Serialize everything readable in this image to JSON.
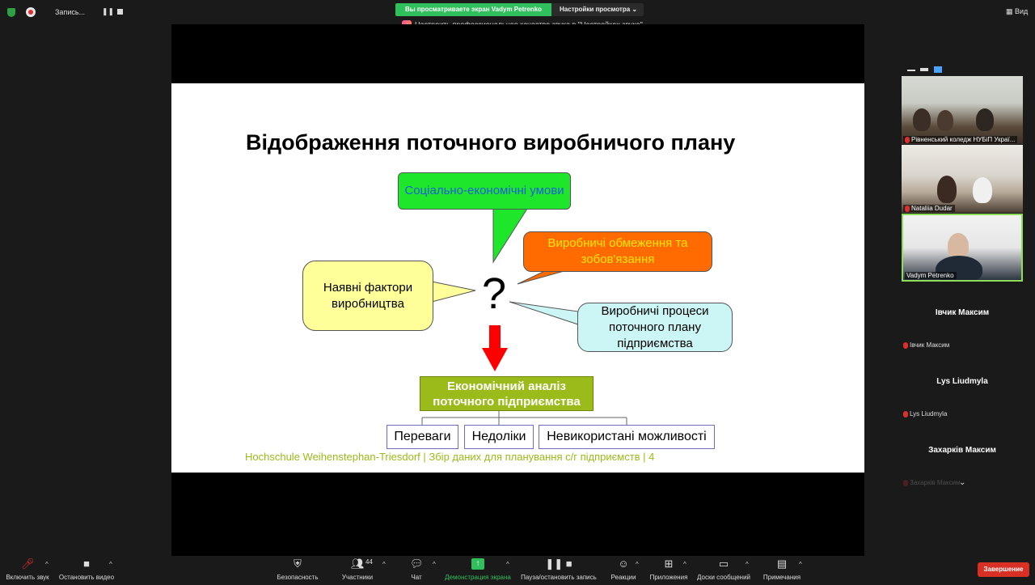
{
  "topbar": {
    "recording_label": "Запись...",
    "viewing_banner": "Вы просматриваете экран Vadym Petrenko",
    "view_options": "Настройки просмотра",
    "audio_note_prefix": "Настроить профессиональное качество звука в",
    "audio_note_link": "\"Настройках звука\"",
    "view_button": "Вид"
  },
  "slide": {
    "title": "Відображення поточного виробничого плану",
    "bubble_social": "Соціально-економічні умови",
    "bubble_limits": "Виробничі обмеження та зобов'язання",
    "bubble_factors": "Наявні фактори виробництва",
    "bubble_processes": "Виробничі процеси поточного плану підприємства",
    "question": "?",
    "analysis": "Економічний аналіз поточного підприємства",
    "advantages": "Переваги",
    "disadvantages": "Недоліки",
    "unused": "Невикористані можливості",
    "footer": "Hochschule Weihenstephan-Triesdorf  | Збір даних для планування с/г підприємств  |  4"
  },
  "participants": {
    "video_tiles": [
      {
        "name": "Рівненський коледж НУБіП Украї..."
      },
      {
        "name": "Nataliia Dudar"
      },
      {
        "name": "Vadym Petrenko"
      }
    ],
    "name_tiles": [
      {
        "name": "Івчик Максим",
        "label": "Івчик Максим"
      },
      {
        "name": "Lys Liudmyla",
        "label": "Lys Liudmyla"
      },
      {
        "name": "Захарків Максим",
        "label": "Захарків Максим"
      }
    ]
  },
  "toolbar": {
    "mute": "Включить звук",
    "video": "Остановить видео",
    "security": "Безопасность",
    "participants": "Участники",
    "participants_count": "44",
    "chat": "Чат",
    "share": "Демонстрация экрана",
    "record": "Пауза/остановить запись",
    "reactions": "Реакции",
    "apps": "Приложения",
    "whiteboards": "Доски сообщений",
    "notes": "Примечания",
    "end": "Завершение"
  },
  "colors": {
    "share_green": "#2fbf5d",
    "end_red": "#d93025",
    "slide_green": "#9bbb1a"
  }
}
